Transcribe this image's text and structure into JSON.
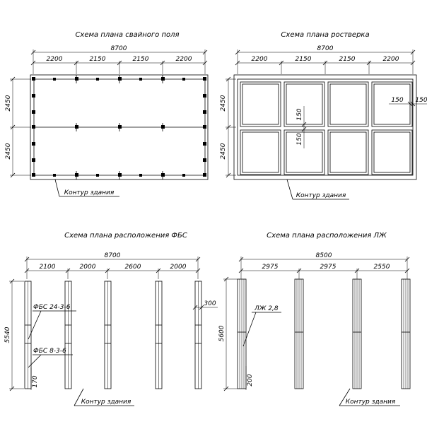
{
  "panels": {
    "pile_field": {
      "title": "Схема плана свайного поля",
      "total": "8700",
      "spans": [
        "2200",
        "2150",
        "2150",
        "2200"
      ],
      "side": [
        "2450",
        "2450"
      ],
      "contour_label": "Контур здания"
    },
    "grillage": {
      "title": "Схема плана ростверка",
      "total": "8700",
      "spans": [
        "2200",
        "2150",
        "2150",
        "2200"
      ],
      "side": [
        "2450",
        "2450"
      ],
      "offset_a": "150",
      "offset_b": "150",
      "offset_c": "150",
      "offset_d": "150",
      "contour_label": "Контур здания"
    },
    "fbs": {
      "title": "Схема плана расположения ФБС",
      "total": "8700",
      "spans": [
        "2100",
        "2000",
        "2600",
        "2000"
      ],
      "side": "5540",
      "label_1": "ФБС 24-3-6",
      "label_2": "ФБС 8-3-6",
      "dim_300": "300",
      "dim_170": "170",
      "contour_label": "Контур здания"
    },
    "lzh": {
      "title": "Схема плана расположения ЛЖ",
      "total": "8500",
      "spans": [
        "2975",
        "2975",
        "2550"
      ],
      "side": "5600",
      "label_1": "ЛЖ 2,8",
      "dim_200": "200",
      "contour_label": "Контур здания"
    }
  }
}
